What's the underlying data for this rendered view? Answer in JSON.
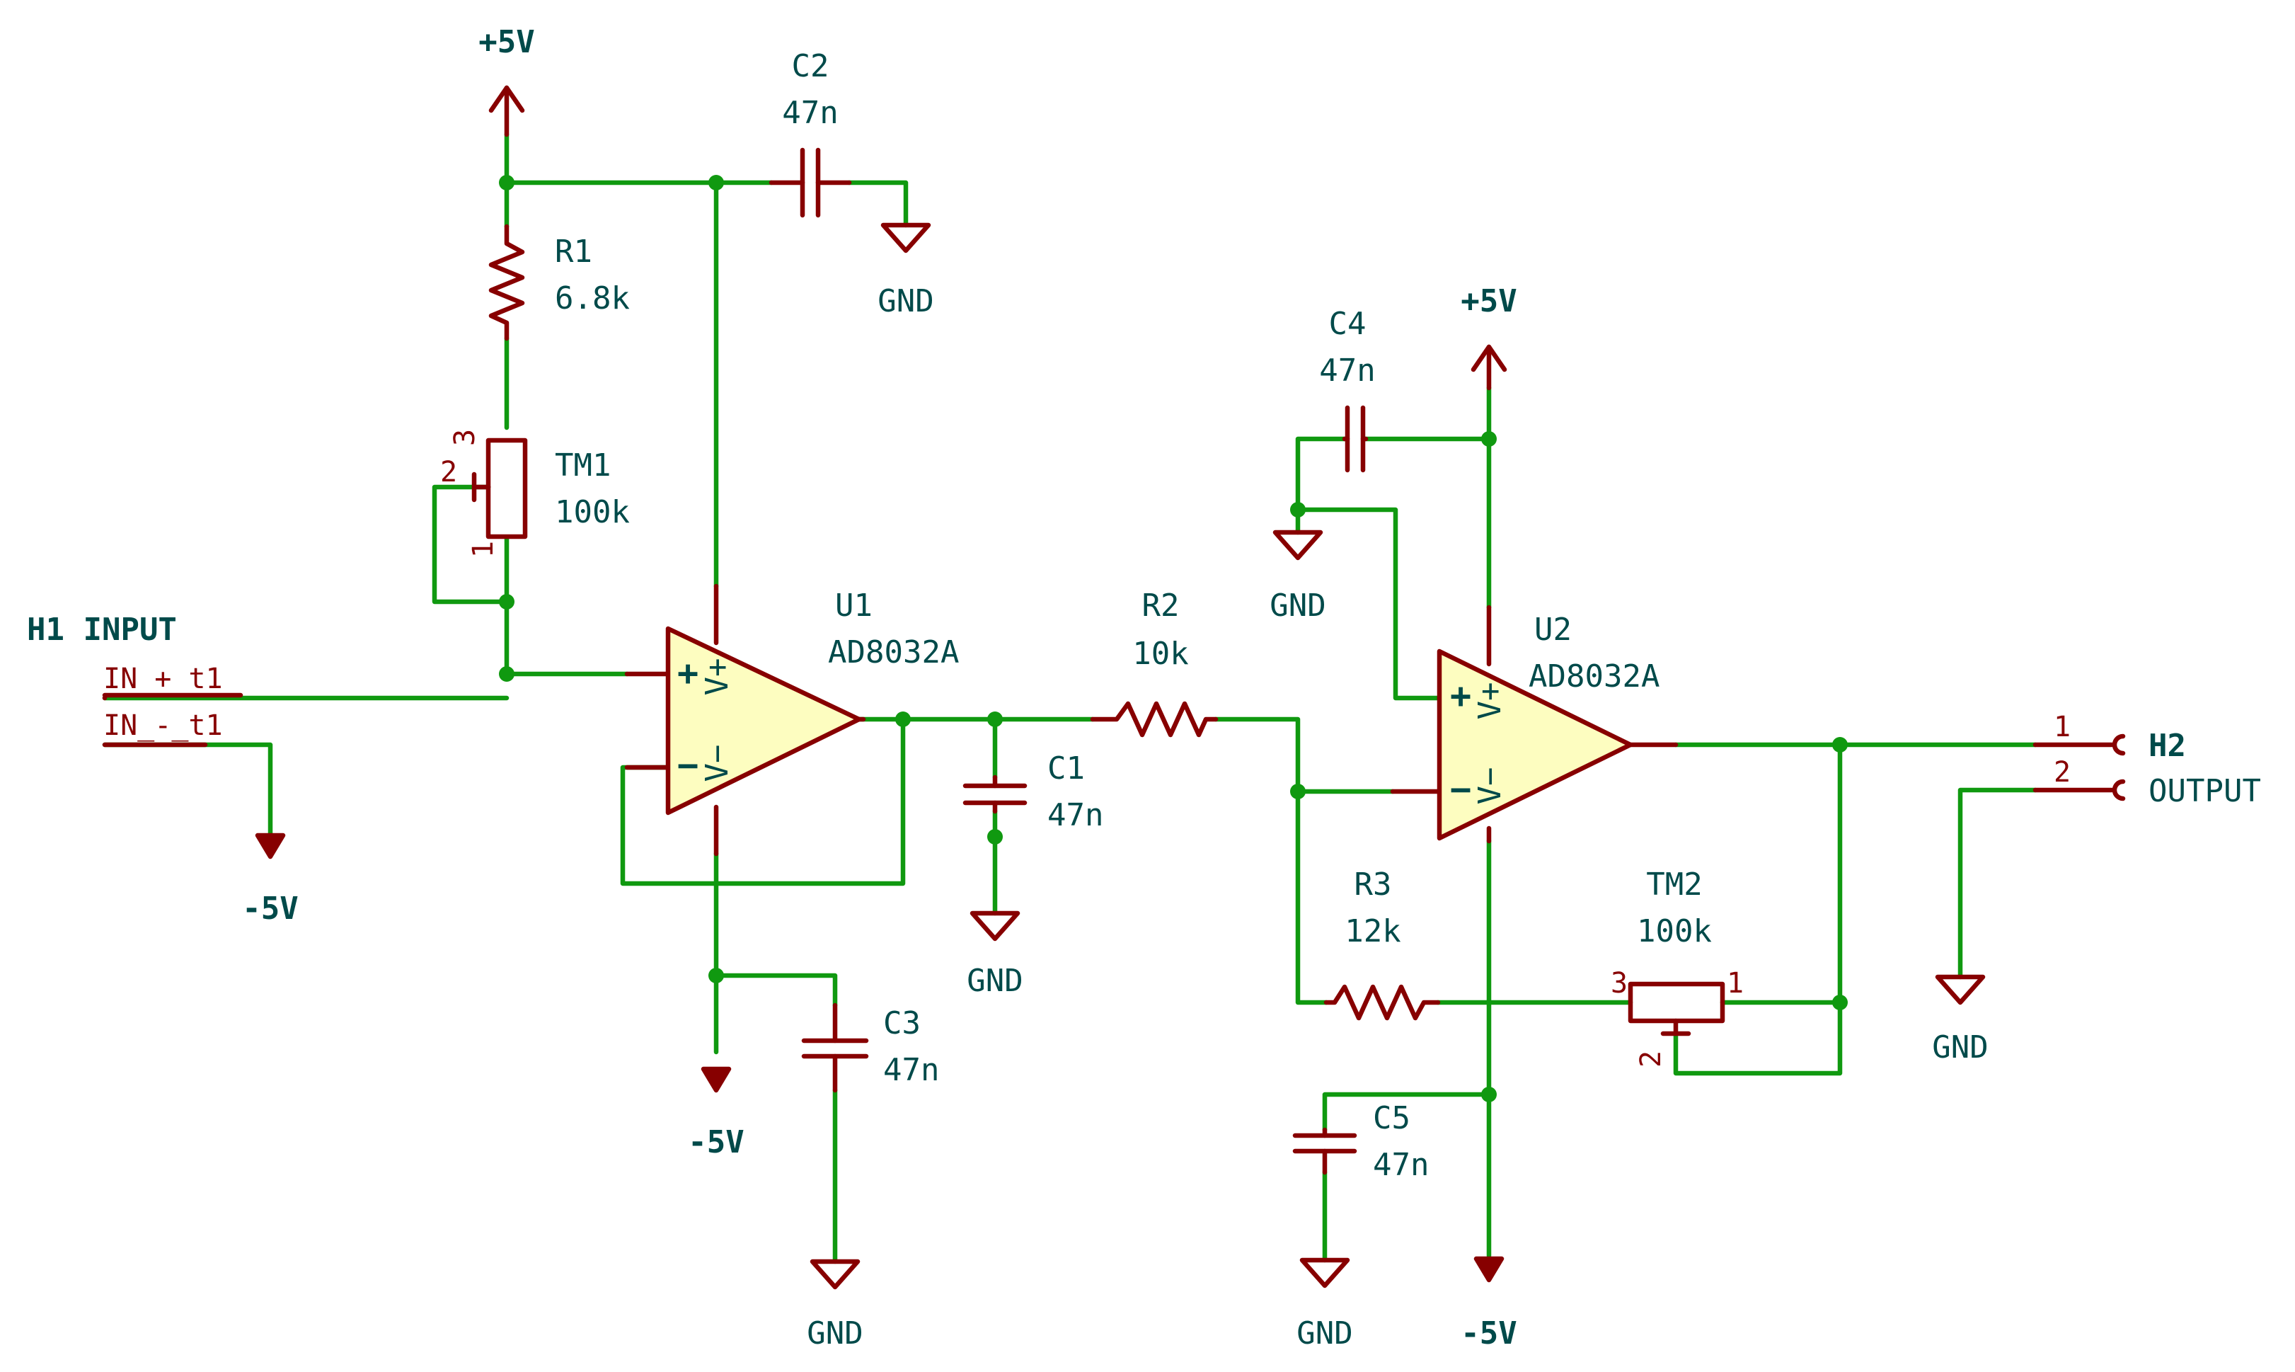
{
  "supplies": {
    "pos_top": "+5V",
    "pos_right": "+5V",
    "neg_left": "-5V",
    "neg_mid": "-5V",
    "neg_right": "-5V"
  },
  "grounds": {
    "c2": "GND",
    "c1": "GND",
    "c3": "GND",
    "c4": "GND",
    "c5": "GND",
    "h2": "GND"
  },
  "components": {
    "r1": {
      "ref": "R1",
      "value": "6.8k"
    },
    "r2": {
      "ref": "R2",
      "value": "10k"
    },
    "r3": {
      "ref": "R3",
      "value": "12k"
    },
    "tm1": {
      "ref": "TM1",
      "value": "100k",
      "pins": [
        "1",
        "2",
        "3"
      ]
    },
    "tm2": {
      "ref": "TM2",
      "value": "100k",
      "pins": [
        "1",
        "2",
        "3"
      ]
    },
    "c1": {
      "ref": "C1",
      "value": "47n"
    },
    "c2": {
      "ref": "C2",
      "value": "47n"
    },
    "c3": {
      "ref": "C3",
      "value": "47n"
    },
    "c4": {
      "ref": "C4",
      "value": "47n"
    },
    "c5": {
      "ref": "C5",
      "value": "47n"
    },
    "u1": {
      "ref": "U1",
      "value": "AD8032A"
    },
    "u2": {
      "ref": "U2",
      "value": "AD8032A"
    }
  },
  "opamp_pins": {
    "plus": "+",
    "minus": "−",
    "vplus": "V+",
    "vminus": "V−"
  },
  "connectors": {
    "h1": {
      "label": "H1 INPUT",
      "pin_plus": "IN_+_t1",
      "pin_minus": "IN_-_t1"
    },
    "h2": {
      "ref": "H2",
      "name": "OUTPUT",
      "pin1": "1",
      "pin2": "2"
    }
  }
}
